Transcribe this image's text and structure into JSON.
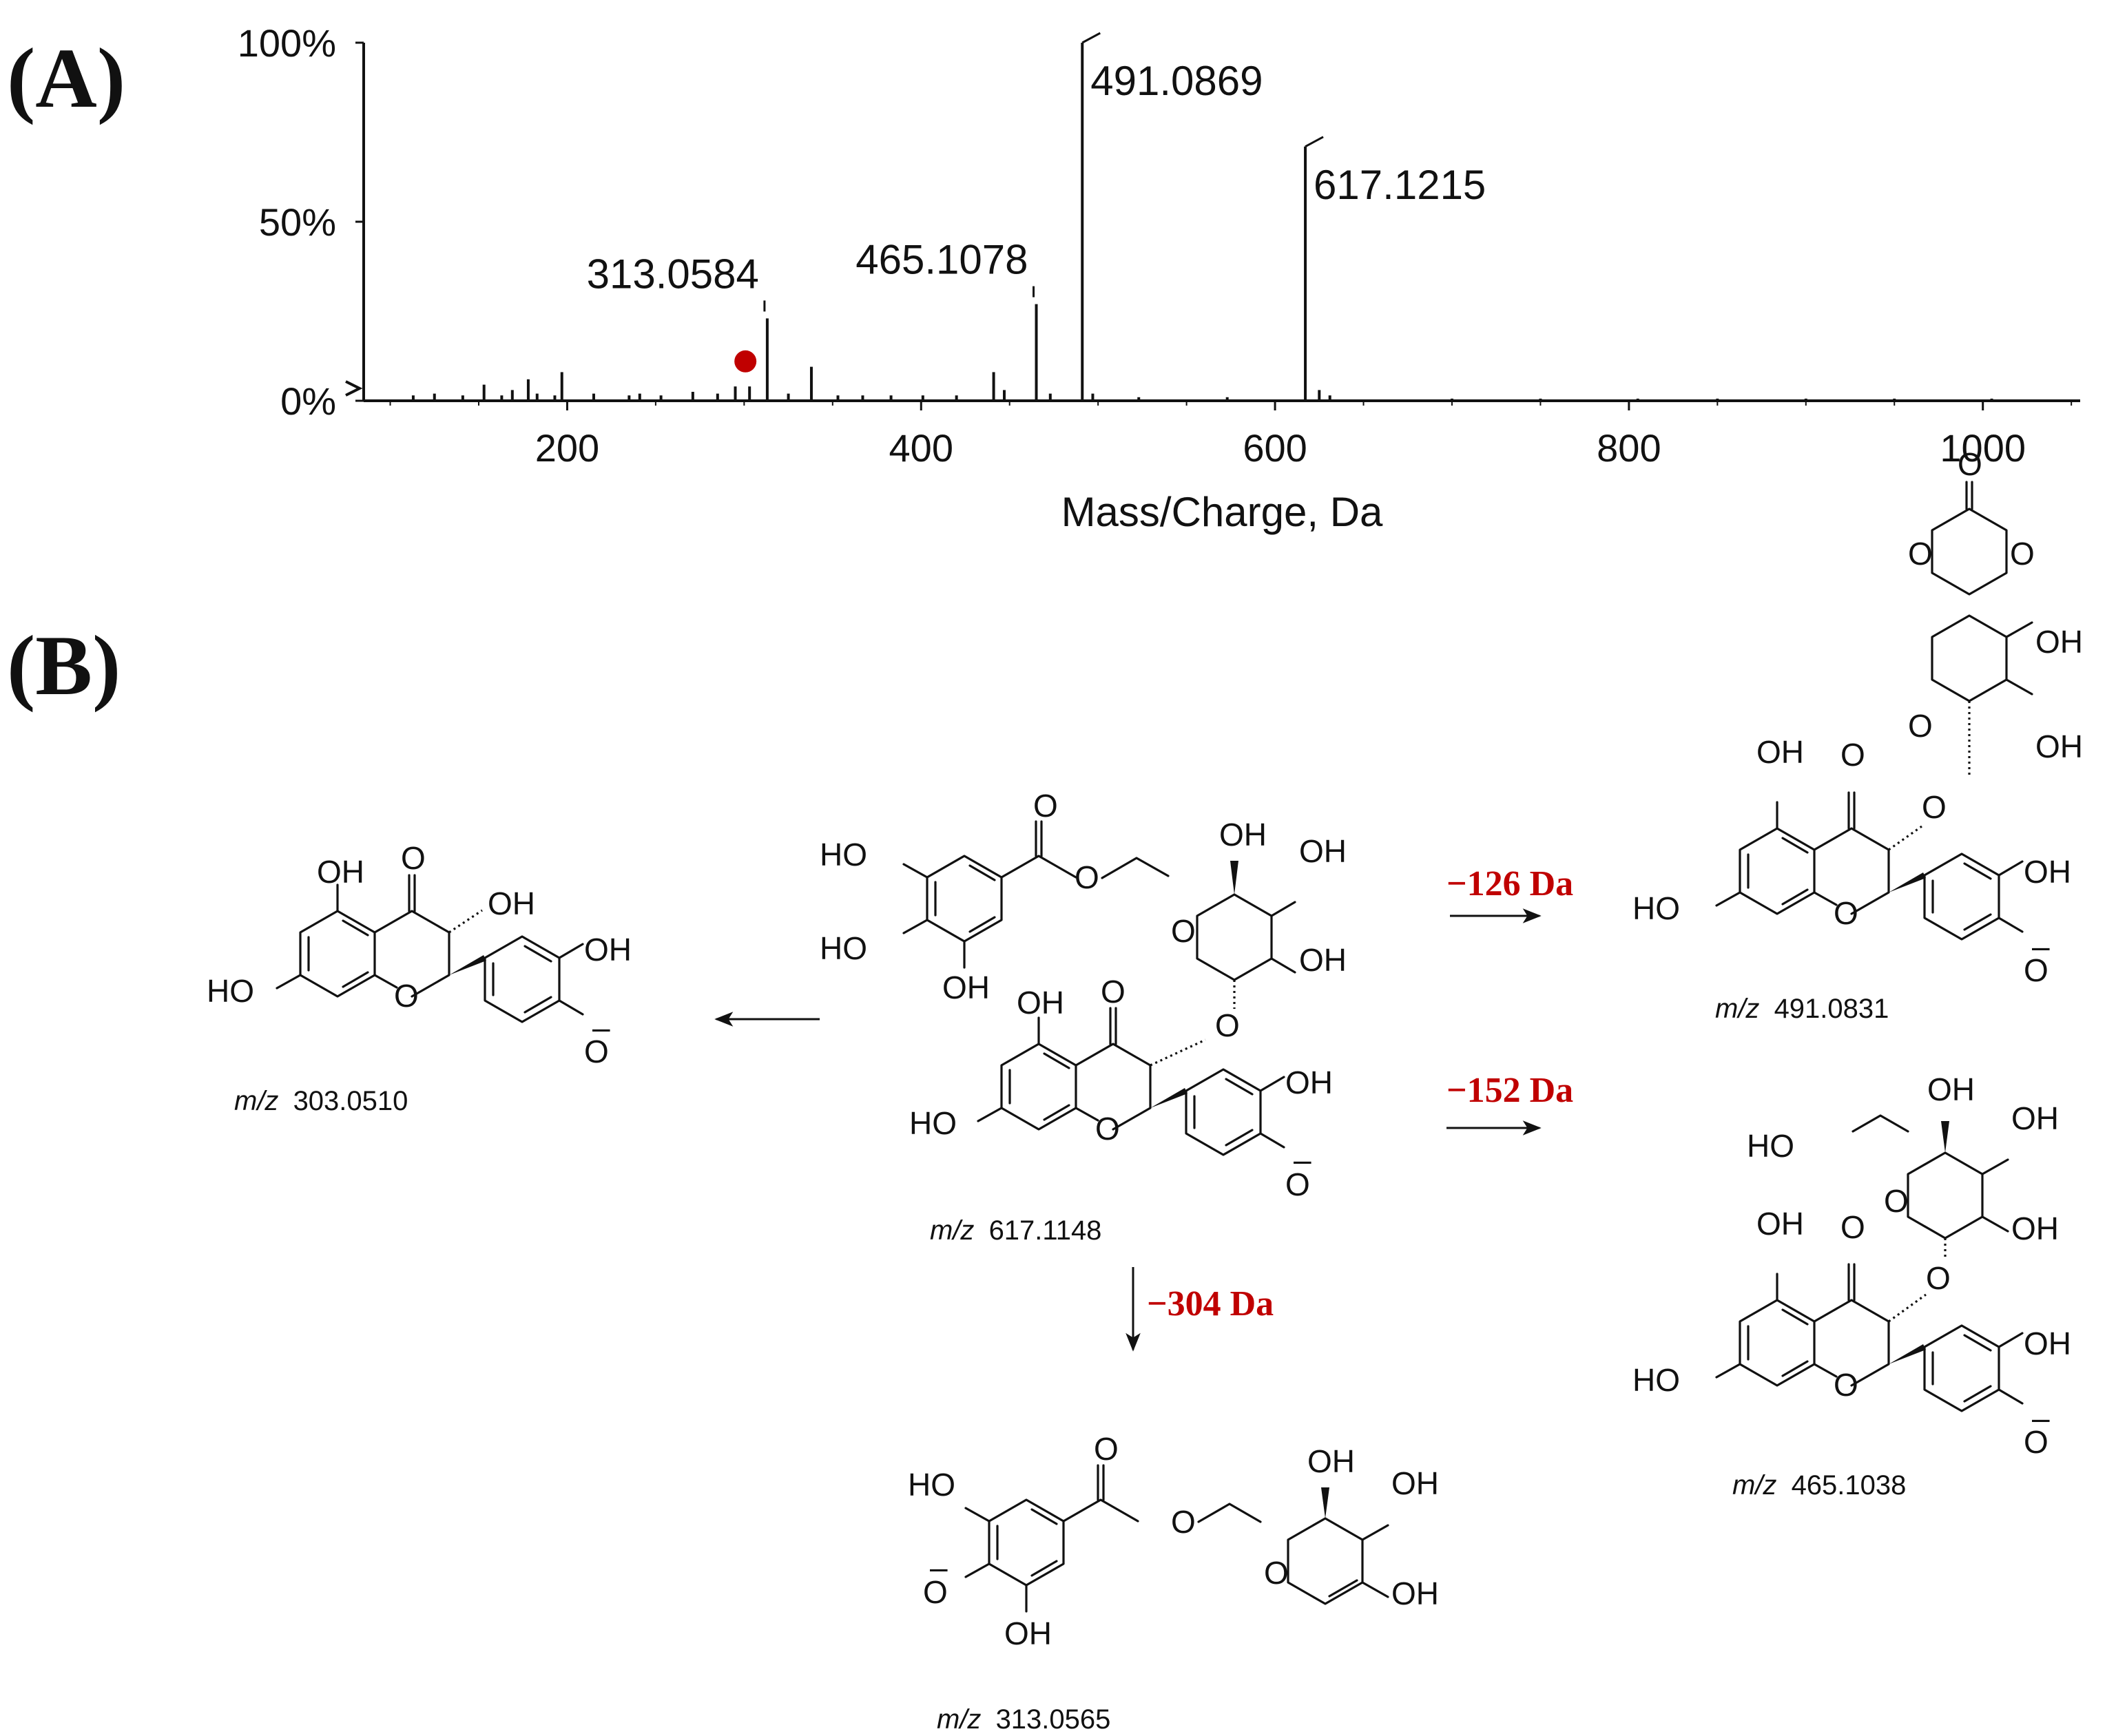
{
  "panels": {
    "a": "(A)",
    "b": "(B)"
  },
  "chart_data": {
    "type": "bar",
    "title": "",
    "xlabel": "Mass/Charge, Da",
    "ylabel": "",
    "xlim": [
      85,
      1055
    ],
    "ylim": [
      0,
      100
    ],
    "x_ticks": [
      200,
      400,
      600,
      800,
      1000
    ],
    "y_ticks": [
      {
        "value": 0,
        "label": "0%"
      },
      {
        "value": 50,
        "label": "50%"
      },
      {
        "value": 100,
        "label": "100%"
      }
    ],
    "grid": false,
    "marker": {
      "x": 303.05,
      "y": 11,
      "color": "#c00000"
    },
    "peaks": [
      {
        "x": 113,
        "y": 1.5
      },
      {
        "x": 125,
        "y": 2
      },
      {
        "x": 141,
        "y": 1.5
      },
      {
        "x": 153,
        "y": 4.5
      },
      {
        "x": 163,
        "y": 1.5
      },
      {
        "x": 169,
        "y": 3
      },
      {
        "x": 178,
        "y": 6
      },
      {
        "x": 183,
        "y": 2
      },
      {
        "x": 193,
        "y": 1.5
      },
      {
        "x": 197,
        "y": 8
      },
      {
        "x": 215,
        "y": 2
      },
      {
        "x": 235,
        "y": 1.5
      },
      {
        "x": 241,
        "y": 2
      },
      {
        "x": 253,
        "y": 1.5
      },
      {
        "x": 271,
        "y": 2.5
      },
      {
        "x": 285,
        "y": 2
      },
      {
        "x": 295,
        "y": 4
      },
      {
        "x": 303.05,
        "y": 4
      },
      {
        "x": 313.0584,
        "y": 23
      },
      {
        "x": 325,
        "y": 2
      },
      {
        "x": 338,
        "y": 9.5
      },
      {
        "x": 353,
        "y": 1.5
      },
      {
        "x": 367,
        "y": 1.5
      },
      {
        "x": 383,
        "y": 1.5
      },
      {
        "x": 401,
        "y": 1.5
      },
      {
        "x": 420,
        "y": 1.5
      },
      {
        "x": 441,
        "y": 8
      },
      {
        "x": 447,
        "y": 3
      },
      {
        "x": 465.1078,
        "y": 27
      },
      {
        "x": 473,
        "y": 2
      },
      {
        "x": 491.0869,
        "y": 100
      },
      {
        "x": 497,
        "y": 2
      },
      {
        "x": 523,
        "y": 1
      },
      {
        "x": 573,
        "y": 1
      },
      {
        "x": 617.1215,
        "y": 71
      },
      {
        "x": 625,
        "y": 3
      },
      {
        "x": 631,
        "y": 1.5
      },
      {
        "x": 700,
        "y": 0.6
      },
      {
        "x": 750,
        "y": 0.6
      },
      {
        "x": 805,
        "y": 0.6
      },
      {
        "x": 850,
        "y": 0.6
      },
      {
        "x": 900,
        "y": 0.6
      },
      {
        "x": 950,
        "y": 0.6
      },
      {
        "x": 1005,
        "y": 0.6
      }
    ],
    "peak_labels": [
      {
        "x": 313.0584,
        "y": 23,
        "text": "313.0584"
      },
      {
        "x": 465.1078,
        "y": 27,
        "text": "465.1078"
      },
      {
        "x": 491.0869,
        "y": 100,
        "text": "491.0869"
      },
      {
        "x": 617.1215,
        "y": 71,
        "text": "617.1215"
      }
    ]
  },
  "scheme": {
    "atoms": {
      "oh": "OH",
      "ho": "HO",
      "o": "O",
      "minus": "–"
    },
    "compounds": {
      "parent": {
        "prefix": "m/z",
        "value": "617.1148"
      },
      "taxifolin": {
        "prefix": "m/z",
        "value": "303.0510"
      },
      "loss126": {
        "prefix": "m/z",
        "value": "491.0831"
      },
      "loss152": {
        "prefix": "m/z",
        "value": "465.1038"
      },
      "loss304": {
        "prefix": "m/z",
        "value": "313.0565"
      }
    },
    "losses": {
      "l126": "−126 Da",
      "l152": "−152 Da",
      "l304": "−304 Da"
    }
  }
}
